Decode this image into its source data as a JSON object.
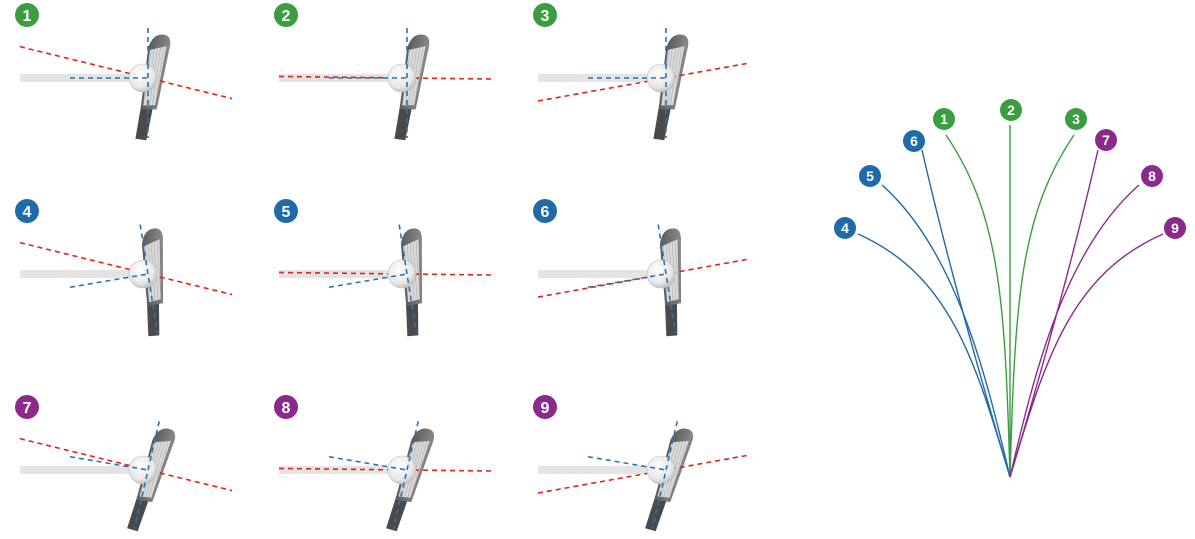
{
  "colors": {
    "green": "#3a9e41",
    "blue": "#1f6aa8",
    "purple": "#8b2a8c",
    "face_line": "#e2231a",
    "path_line": "#2a72b0"
  },
  "panels": [
    {
      "number": "1",
      "group": "green"
    },
    {
      "number": "2",
      "group": "green"
    },
    {
      "number": "3",
      "group": "green"
    },
    {
      "number": "4",
      "group": "blue"
    },
    {
      "number": "5",
      "group": "blue"
    },
    {
      "number": "6",
      "group": "blue"
    },
    {
      "number": "7",
      "group": "purple"
    },
    {
      "number": "8",
      "group": "purple"
    },
    {
      "number": "9",
      "group": "purple"
    }
  ],
  "trajectories": [
    {
      "number": "1",
      "group": "green"
    },
    {
      "number": "2",
      "group": "green"
    },
    {
      "number": "3",
      "group": "green"
    },
    {
      "number": "4",
      "group": "blue"
    },
    {
      "number": "5",
      "group": "blue"
    },
    {
      "number": "6",
      "group": "blue"
    },
    {
      "number": "7",
      "group": "purple"
    },
    {
      "number": "8",
      "group": "purple"
    },
    {
      "number": "9",
      "group": "purple"
    }
  ]
}
